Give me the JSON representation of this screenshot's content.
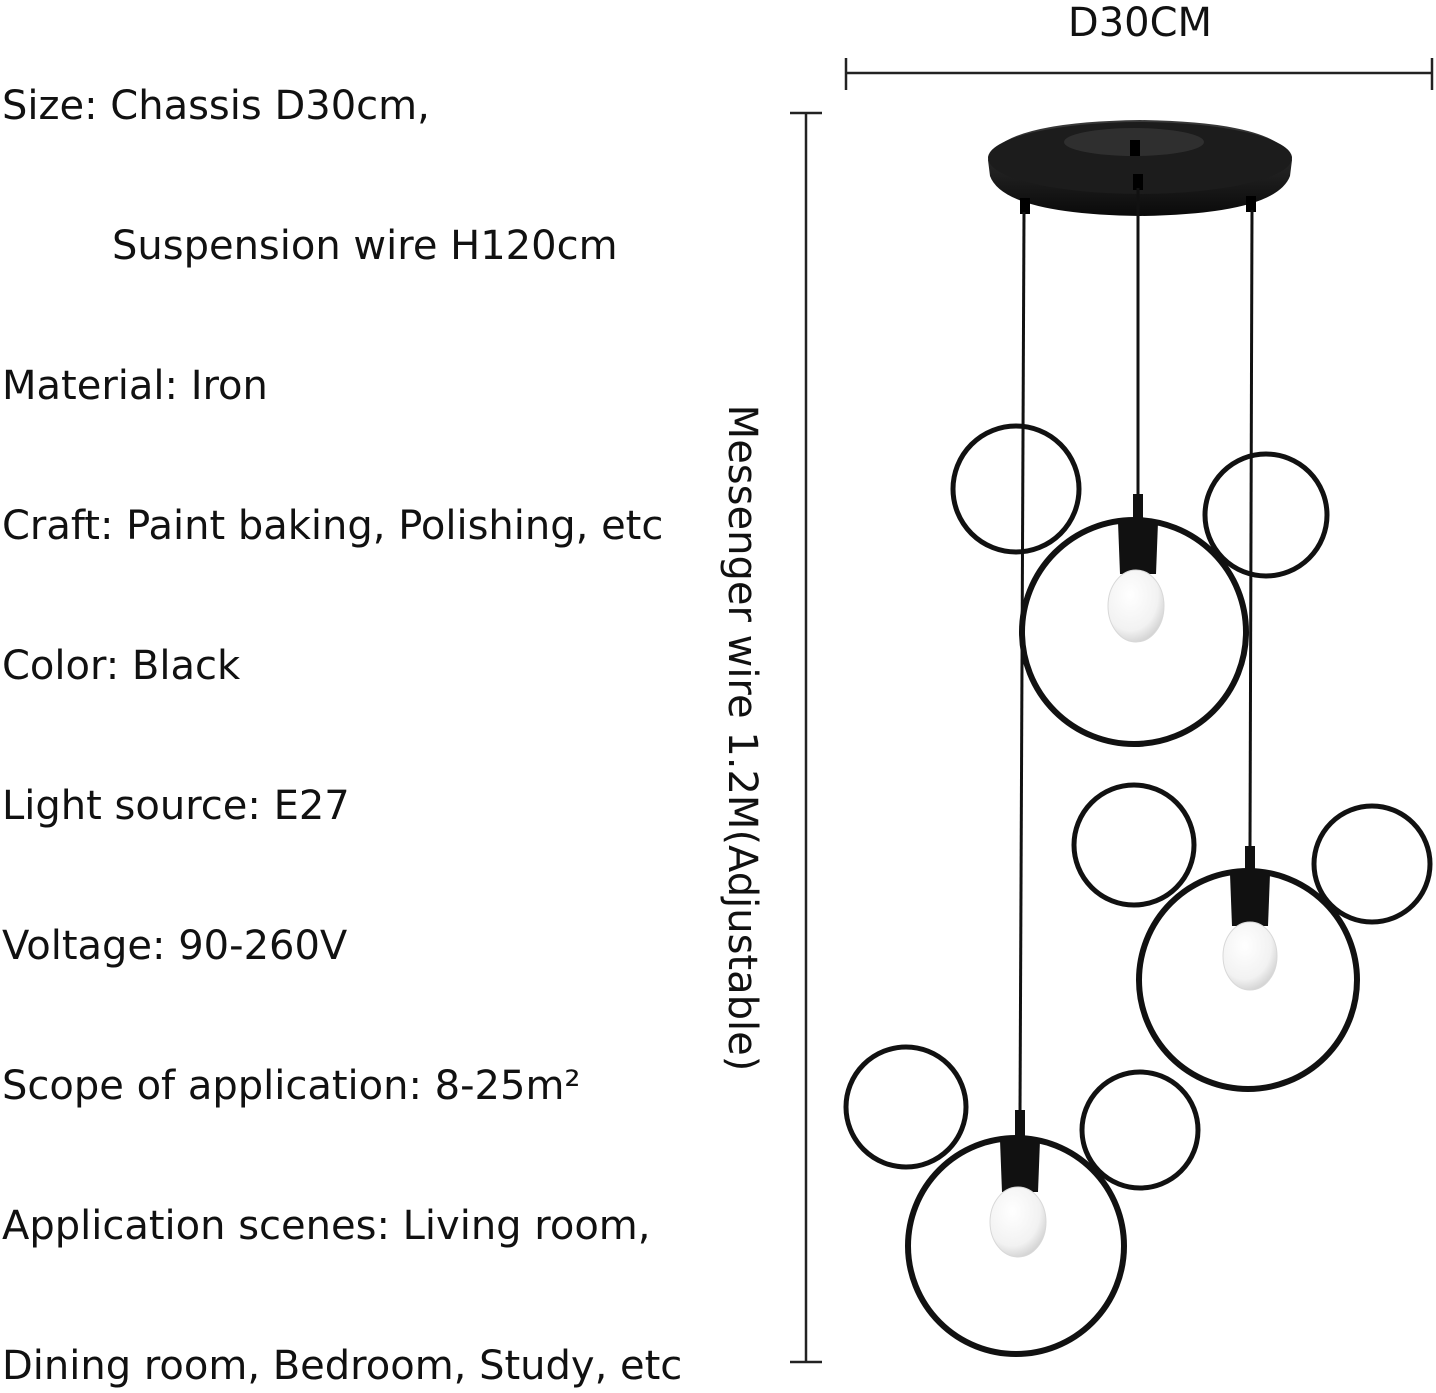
{
  "specs": {
    "size": "Size: Chassis D30cm,",
    "suspension": "Suspension wire H120cm",
    "material": "Material: Iron",
    "craft": "Craft: Paint baking, Polishing, etc",
    "color": "Color: Black",
    "light_source": "Light source: E27",
    "voltage": "Voltage: 90-260V",
    "scope": "Scope of application: 8-25m²",
    "scenes_line1": "Application scenes: Living room,",
    "scenes_line2": "Dining room, Bedroom, Study, etc"
  },
  "dimensions": {
    "width_label": "D30CM",
    "height_label": "Messenger wire 1.2M(Adjustable)"
  },
  "colors": {
    "lamp": "#111111",
    "bulb": "#f4f4f4",
    "dimension_line": "#222222"
  }
}
